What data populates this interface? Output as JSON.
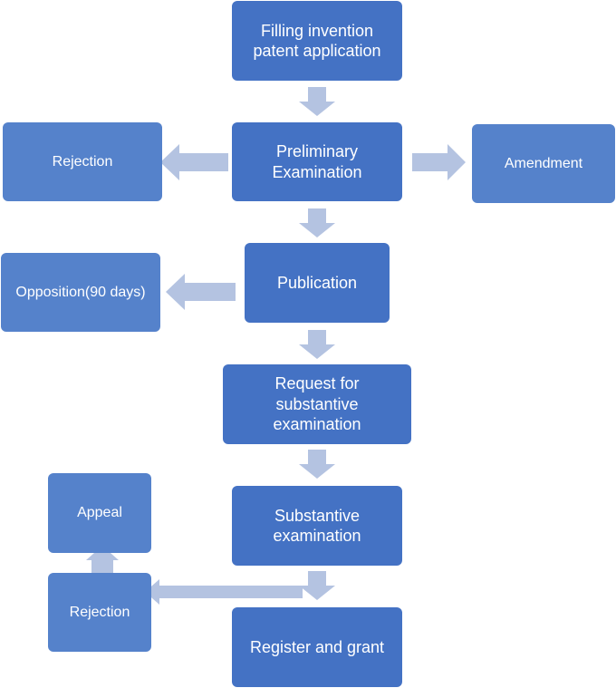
{
  "nodes": {
    "filing": "Filling invention\npatent application",
    "preliminary": "Preliminary\nExamination",
    "rejection_top": "Rejection",
    "amendment": "Amendment",
    "publication": "Publication",
    "opposition": "Opposition(90 days)",
    "request": "Request for\nsubstantive\nexamination",
    "substantive": "Substantive\nexamination",
    "appeal": "Appeal",
    "rejection_bottom": "Rejection",
    "register": "Register and grant"
  },
  "colors": {
    "main_box": "#4472c4",
    "side_box": "#5582cb",
    "arrow": "#b4c3e1",
    "text": "#ffffff"
  }
}
